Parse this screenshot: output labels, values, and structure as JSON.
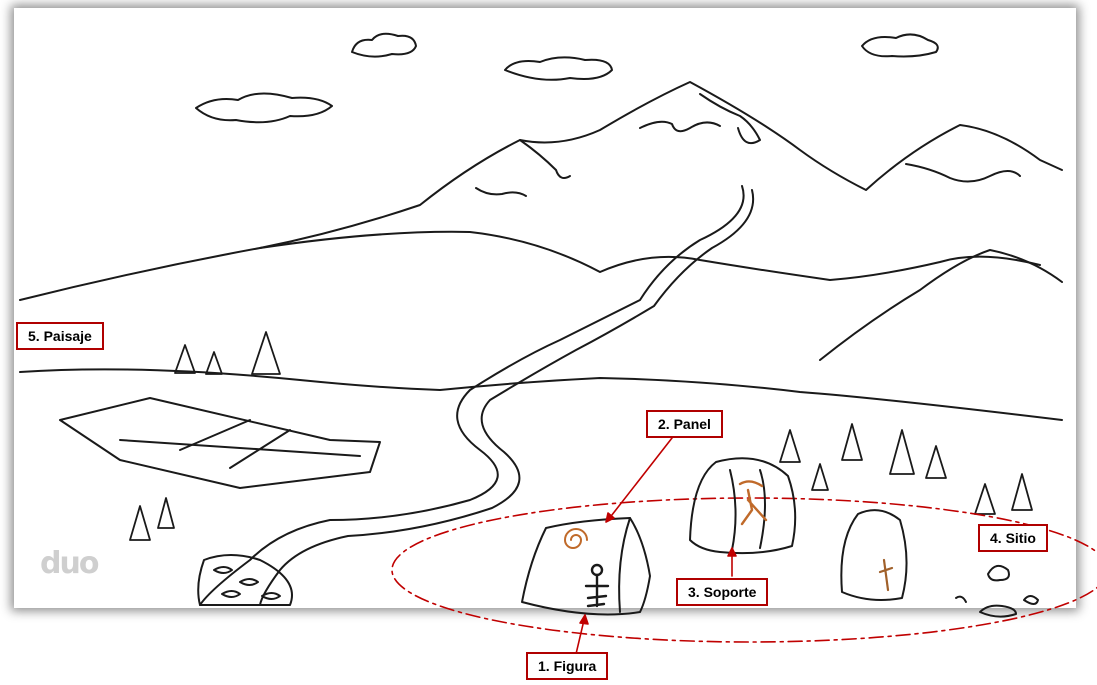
{
  "labels": {
    "figura": "1. Figura",
    "panel": "2. Panel",
    "soporte": "3. Soporte",
    "sitio": "4. Sitio",
    "paisaje": "5. Paisaje"
  },
  "watermark": "duo",
  "colors": {
    "label_border": "#b00000",
    "arrow": "#c00000",
    "ellipse": "#c00000",
    "ink": "#1a1a1a",
    "pigment": "#c06a2a"
  }
}
